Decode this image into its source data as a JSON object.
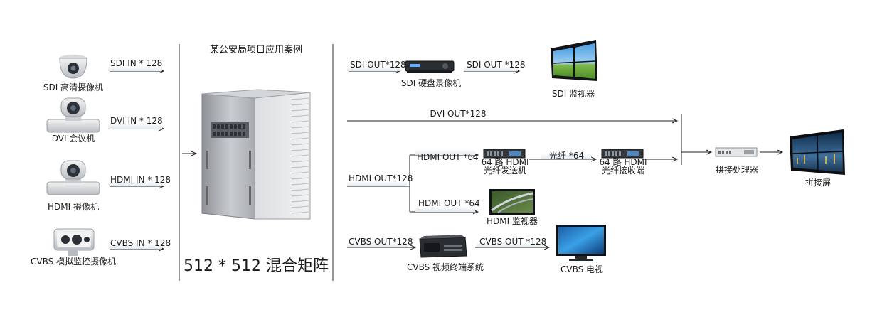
{
  "title": "某公安局项目应用案例",
  "matrix": {
    "label": "512 * 512 混合矩阵"
  },
  "inputs": [
    {
      "device": "SDI 高清摄像机",
      "link": "SDI IN * 128",
      "icon": "dome-camera-icon"
    },
    {
      "device": "DVI 会议机",
      "link": "DVI IN * 128",
      "icon": "conference-camera-icon"
    },
    {
      "device": "HDMI 摄像机",
      "link": "HDMI IN * 128",
      "icon": "ptz-camera-icon"
    },
    {
      "device": "CVBS 模拟监控摄像机",
      "link": "CVBS IN * 128",
      "icon": "bullet-camera-icon"
    }
  ],
  "sdi_chain": {
    "out": "SDI OUT*128",
    "recorder": "SDI  硬盘录像机",
    "out2": "SDI OUT *128",
    "monitor": "SDI 监视器"
  },
  "dvi_chain": {
    "out": "DVI OUT*128"
  },
  "hdmi_chain": {
    "out": "HDMI OUT*128",
    "branch1": "HDMI OUT *64",
    "transmitter_line1": "64 路 HDMI",
    "transmitter_line2": "光纤发送机",
    "fiber": "光纤 *64",
    "receiver_line1": "64 路 HDMI",
    "receiver_line2": "光纤接收端",
    "branch2": "HDMI OUT *64",
    "monitor": "HDMI 监视器"
  },
  "splice": {
    "processor": "拼接处理器",
    "screen": "拼接屏"
  },
  "cvbs_chain": {
    "out": "CVBS OUT*128",
    "terminal": "CVBS  视频终端系统",
    "out2": "CVBS OUT *128",
    "tv": "CVBS 电视"
  },
  "colors": {
    "line": "#222222",
    "text": "#1a1a1a",
    "screen_sky": "#5aa7dd",
    "screen_grass": "#6cab3a",
    "matrix_body": "#b9bcc0"
  }
}
